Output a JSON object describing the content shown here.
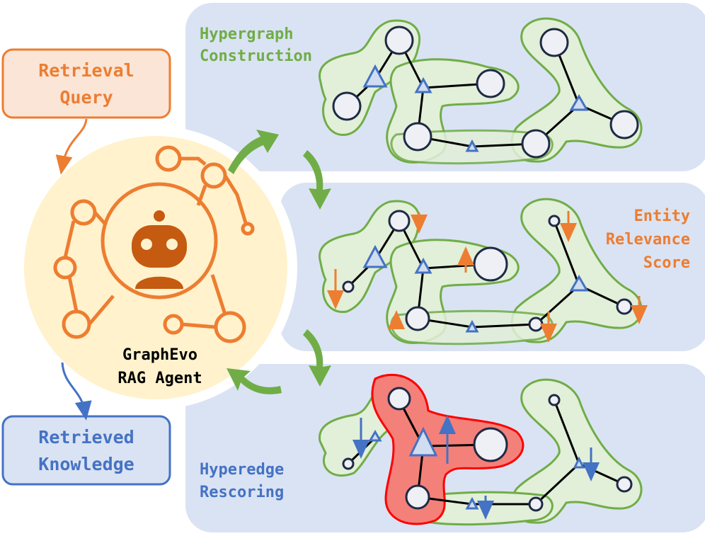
{
  "query_box": {
    "line1": "Retrieval",
    "line2": "Query"
  },
  "knowledge_box": {
    "line1": "Retrieved",
    "line2": "Knowledge"
  },
  "agent": {
    "line1": "GraphEvo",
    "line2": "RAG Agent"
  },
  "panels": {
    "top": {
      "line1": "Hypergraph",
      "line2": "Construction"
    },
    "middle": {
      "line1": "Entity",
      "line2": "Relevance",
      "line3": "Score"
    },
    "bottom": {
      "line1": "Hyperedge",
      "line2": "Rescoring"
    }
  },
  "colors": {
    "orange": "#ed7d31",
    "blue": "#4472c4",
    "green": "#70ad47",
    "panel_bg": "#dae3f3",
    "hyperedge_fill": "#e2efd9",
    "highlight_fill": "#f4807a",
    "highlight_stroke": "#ff0000",
    "agent_fill": "#fff2cc",
    "node_fill": "#eef0f6",
    "node_stroke": "#1f2a44"
  }
}
